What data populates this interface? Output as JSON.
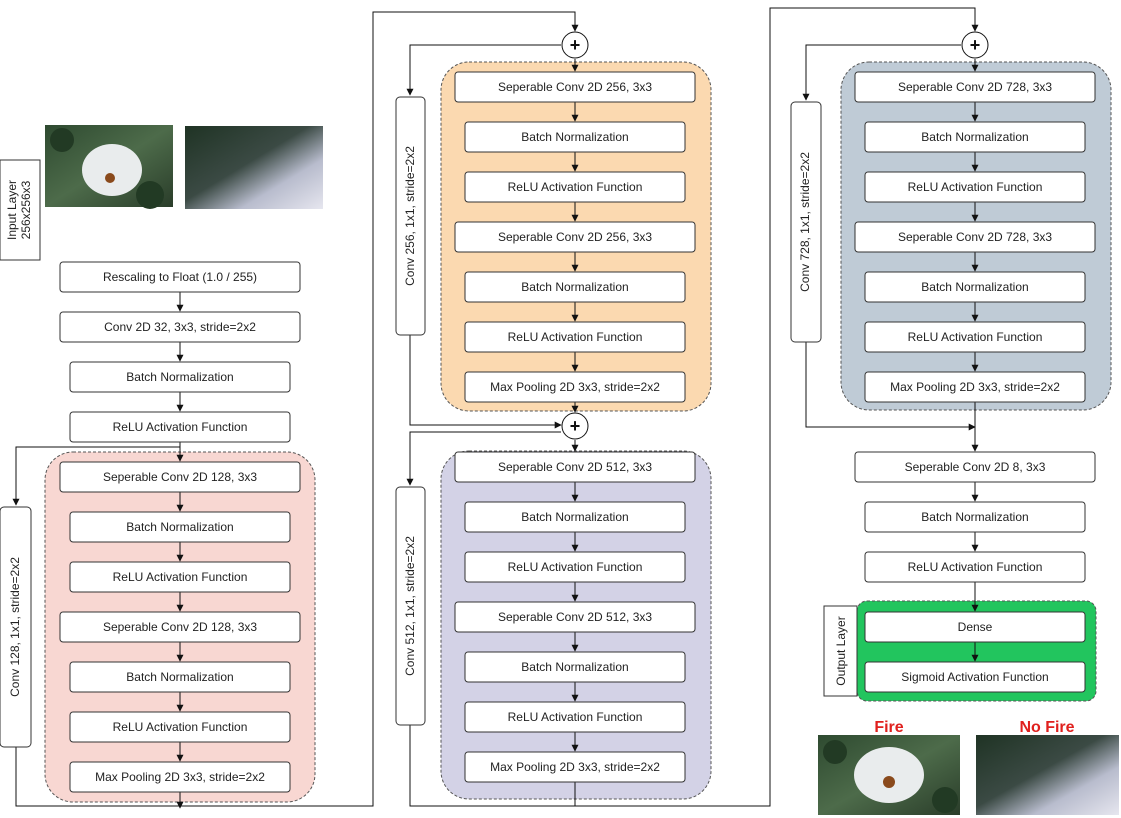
{
  "input_layer": {
    "line1": "Input Layer",
    "line2": "256x256x3"
  },
  "output_layer": "Output Layer",
  "col1": {
    "stem": [
      "Rescaling to Float (1.0 / 255)",
      "Conv 2D 32, 3x3, stride=2x2",
      "Batch Normalization",
      "ReLU Activation Function"
    ],
    "block": [
      "Seperable Conv 2D 128, 3x3",
      "Batch Normalization",
      "ReLU Activation Function",
      "Seperable Conv 2D 128, 3x3",
      "Batch Normalization",
      "ReLU Activation Function",
      "Max Pooling 2D 3x3, stride=2x2"
    ],
    "skip": "Conv 128, 1x1, stride=2x2"
  },
  "col2": {
    "block1": [
      "Seperable Conv 2D 256, 3x3",
      "Batch Normalization",
      "ReLU Activation Function",
      "Seperable Conv 2D 256, 3x3",
      "Batch Normalization",
      "ReLU Activation Function",
      "Max Pooling 2D 3x3, stride=2x2"
    ],
    "skip1": "Conv 256, 1x1, stride=2x2",
    "block2": [
      "Seperable Conv 2D 512, 3x3",
      "Batch Normalization",
      "ReLU Activation Function",
      "Seperable Conv 2D 512, 3x3",
      "Batch Normalization",
      "ReLU Activation Function",
      "Max Pooling 2D 3x3, stride=2x2"
    ],
    "skip2": "Conv 512, 1x1, stride=2x2"
  },
  "col3": {
    "block": [
      "Seperable Conv 2D 728, 3x3",
      "Batch Normalization",
      "ReLU Activation Function",
      "Seperable Conv 2D 728, 3x3",
      "Batch Normalization",
      "ReLU Activation Function",
      "Max Pooling 2D 3x3, stride=2x2"
    ],
    "skip": "Conv 728, 1x1, stride=2x2",
    "tail": [
      "Seperable Conv 2D 8, 3x3",
      "Batch Normalization",
      "ReLU Activation Function"
    ],
    "output": [
      "Dense",
      "Sigmoid Activation Function"
    ]
  },
  "captions": {
    "fire": "Fire",
    "no_fire": "No Fire"
  },
  "add_symbol": "+",
  "colors": {
    "red_block": "#f8d7d2",
    "orange_block": "#fbd9b0",
    "purple_block": "#d3d2e6",
    "gray_block": "#bfcbd6",
    "output_block": "#22c55e",
    "caption": "#e0201d"
  }
}
